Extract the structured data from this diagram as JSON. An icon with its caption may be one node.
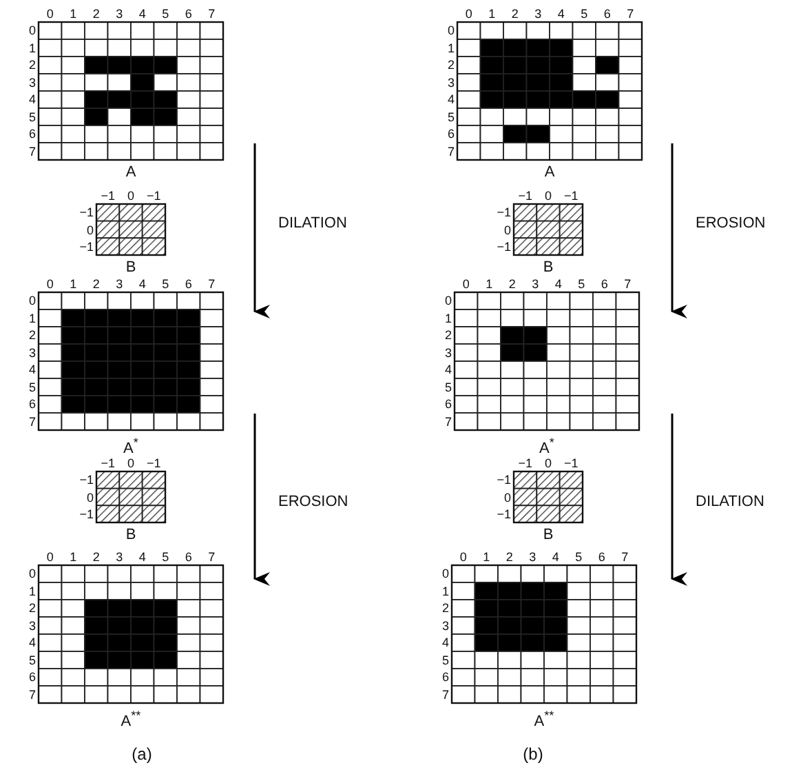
{
  "diagram": {
    "nodes": [
      {
        "text": [
          "A"
        ],
        "beside": [
          "0",
          "1",
          "2",
          "3",
          "4",
          "5",
          "6",
          "7",
          "0",
          "1",
          "2",
          "3",
          "4",
          "5",
          "6",
          "7"
        ]
      },
      {
        "text": [
          "B"
        ],
        "beside": [
          "−1",
          "0",
          "−1",
          "−1",
          "0",
          "−1"
        ]
      },
      {
        "text": [
          "A$^{*}$"
        ],
        "beside": [
          "0",
          "1",
          "2",
          "3",
          "4",
          "5",
          "6",
          "7",
          "0",
          "1",
          "2",
          "3",
          "4",
          "5",
          "6",
          "7"
        ]
      },
      {
        "text": [
          "B"
        ],
        "beside": [
          "−1",
          "0",
          "−1",
          "−1",
          "0",
          "−1"
        ]
      },
      {
        "text": [
          "A$^{**}$"
        ],
        "beside": [
          "0",
          "1",
          "2",
          "3",
          "4",
          "5",
          "6",
          "7",
          "0",
          "1",
          "2",
          "3",
          "4",
          "5",
          "6",
          "7"
        ]
      },
      {
        "text": [
          "A"
        ],
        "beside": [
          "0",
          "1",
          "2",
          "3",
          "4",
          "5",
          "6",
          "7",
          "0",
          "1",
          "2",
          "3",
          "4",
          "5",
          "6",
          "7"
        ]
      },
      {
        "text": [
          "B"
        ],
        "beside": [
          "−1",
          "0",
          "−1",
          "−1",
          "0",
          "−1"
        ]
      },
      {
        "text": [
          "A$^{*}$"
        ],
        "beside": [
          "0",
          "1",
          "2",
          "3",
          "4",
          "5",
          "6",
          "7",
          "0",
          "1",
          "2",
          "3",
          "4",
          "5",
          "6",
          "7"
        ]
      },
      {
        "text": [
          "B"
        ],
        "beside": [
          "−1",
          "0",
          "−1",
          "−1",
          "0",
          "−1"
        ]
      },
      {
        "text": [
          "A$^{**}$"
        ],
        "beside": [
          "0",
          "1",
          "2",
          "3",
          "4",
          "5",
          "6",
          "7",
          "0",
          "1",
          "2",
          "3",
          "4",
          "5",
          "6",
          "7"
        ]
      }
    ],
    "labels": [
      "DILATION",
      "EROSION",
      "EROSION",
      "DILATION",
      "(a)",
      "(b)"
    ]
  }
}
